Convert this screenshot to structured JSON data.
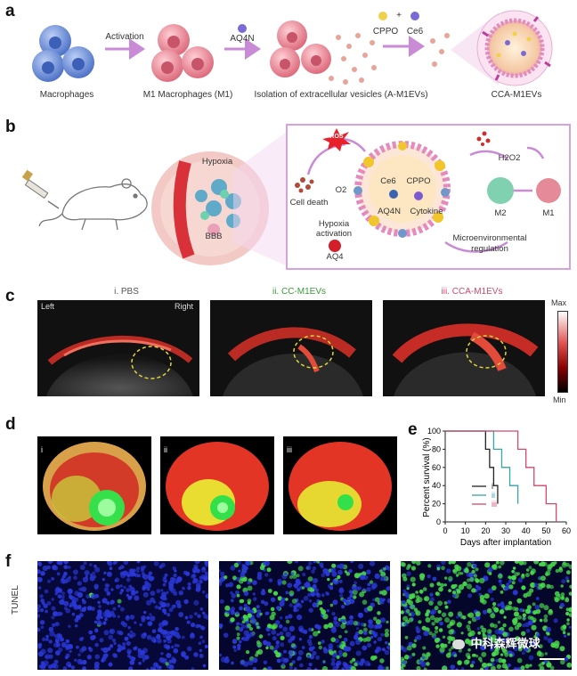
{
  "panels": {
    "a": {
      "label": "a",
      "steps": [
        "Macrophages",
        "M1 Macrophages (M1)",
        "Isolation of extracellular vesicles (A-M1EVs)",
        "CCA-M1EVs"
      ],
      "arrow_labels": {
        "activation": "Activation",
        "aq4n": "AQ4N",
        "cppo": "CPPO",
        "plus": "+",
        "ce6": "Ce6"
      },
      "colors": {
        "macrophage": "#6f8fd8",
        "m1": "#e77f8e",
        "arrow": "#c98ad6"
      }
    },
    "b": {
      "label": "b",
      "tumor_labels": {
        "hypoxia": "Hypoxia",
        "bbb": "BBB"
      },
      "box_labels": {
        "ros": "ROS",
        "h2o2": "H2O2",
        "ce6": "Ce6",
        "cppo": "CPPO",
        "aq4n": "AQ4N",
        "cytokine": "Cytokine",
        "o2": "O2",
        "cell_death": "Cell death",
        "hypoxia_activation_1": "Hypoxia",
        "hypoxia_activation_2": "activation",
        "aq4": "AQ4",
        "m2": "M2",
        "m1": "M1",
        "micro_1": "Microenvironmental",
        "micro_2": "regulation"
      }
    },
    "c": {
      "label": "c",
      "titles": [
        "i. PBS",
        "ii. CC-M1EVs",
        "iii. CCA-M1EVs"
      ],
      "title_colors": [
        "#555555",
        "#3a9a3a",
        "#d04a6a"
      ],
      "left": "Left",
      "right": "Right",
      "colorbar": {
        "max": "Max",
        "min": "Min"
      }
    },
    "d": {
      "label": "d",
      "roman": [
        "i",
        "ii",
        "iii"
      ]
    },
    "e": {
      "label": "e",
      "chart_data": {
        "type": "line",
        "xlabel": "Days after implantation",
        "ylabel": "Percent survival (%)",
        "xlim": [
          0,
          60
        ],
        "ylim": [
          0,
          100
        ],
        "xticks": [
          0,
          10,
          20,
          30,
          40,
          50,
          60
        ],
        "yticks": [
          0,
          20,
          40,
          60,
          80,
          100
        ],
        "series": [
          {
            "name": "i",
            "color": "#222222",
            "x": [
              0,
              20,
              22,
              24,
              26
            ],
            "y": [
              100,
              80,
              60,
              40,
              20
            ]
          },
          {
            "name": "ii",
            "color": "#3aa3a3",
            "x": [
              0,
              24,
              28,
              32,
              36
            ],
            "y": [
              100,
              80,
              60,
              40,
              20
            ]
          },
          {
            "name": "iii",
            "color": "#d04a6a",
            "x": [
              0,
              36,
              40,
              44,
              50,
              55
            ],
            "y": [
              100,
              80,
              60,
              40,
              20,
              0
            ]
          }
        ]
      }
    },
    "f": {
      "label": "f",
      "ylabel": "TUNEL",
      "watermark": "中科森辉微球"
    }
  }
}
